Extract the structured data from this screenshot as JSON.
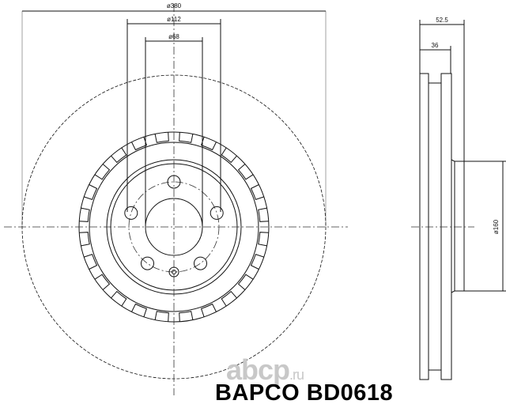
{
  "dimensions": {
    "outer_diameter": "ø380",
    "bolt_circle": "ø112",
    "center_bore": "ø68",
    "total_height": "52.5",
    "thickness": "36",
    "hat_diameter": "ø160"
  },
  "watermark": {
    "main": "abcp",
    "suffix": ".ru"
  },
  "title": "BAPCO BD0618"
}
